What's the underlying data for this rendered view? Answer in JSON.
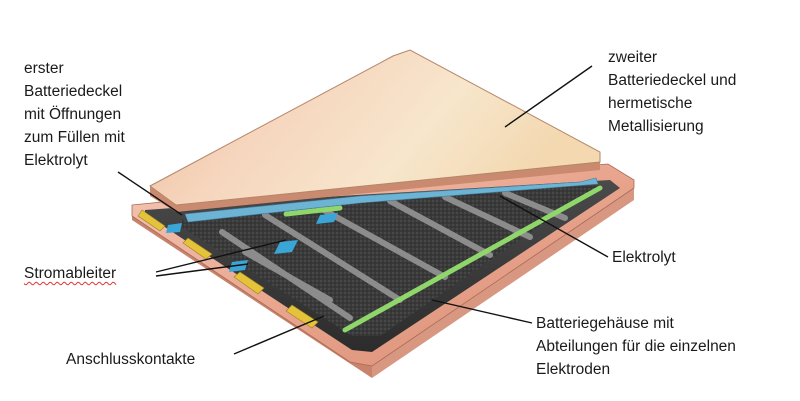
{
  "labels": {
    "first_lid": [
      "erster",
      "Batteriedeckel",
      "mit Öffnungen",
      "zum Füllen mit",
      "Elektrolyt"
    ],
    "second_lid": [
      "zweiter",
      "Batteriedeckel und",
      "hermetische",
      "Metallisierung"
    ],
    "electrolyte": "Elektrolyt",
    "current_collector": "Stromableiter",
    "terminal_contacts": "Anschlusskontakte",
    "housing": [
      "Batteriegehäuse mit",
      "Abteilungen für die einzelnen",
      "Elektroden"
    ]
  },
  "colors": {
    "lid": "#f3d9bf",
    "housing_copper": "#e9a58e",
    "electrode": "#3c3c3c",
    "separator_green": "#8fd66b",
    "collector_blue": "#3aa6d8",
    "contact_yellow": "#e4c23a",
    "leader_line": "#111111"
  }
}
